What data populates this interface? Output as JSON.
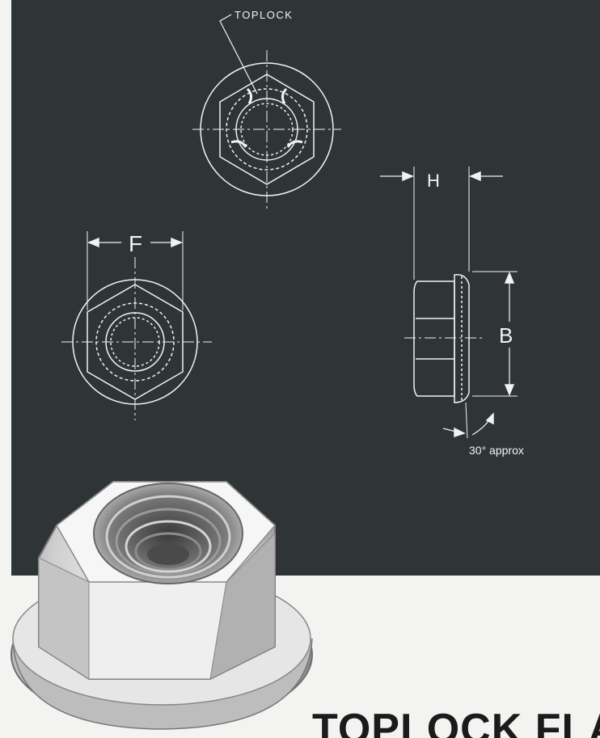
{
  "drawing": {
    "toplock_label": "TOPLOCK",
    "dim_h": "H",
    "dim_f": "F",
    "dim_b": "B",
    "angle_label": "30° approx"
  },
  "product": {
    "title": "TOPLOCK FLA"
  },
  "colors": {
    "board": "#2f3536",
    "line": "#f2f2f2",
    "paper": "#f3f3f1",
    "title": "#1b1b1b"
  }
}
